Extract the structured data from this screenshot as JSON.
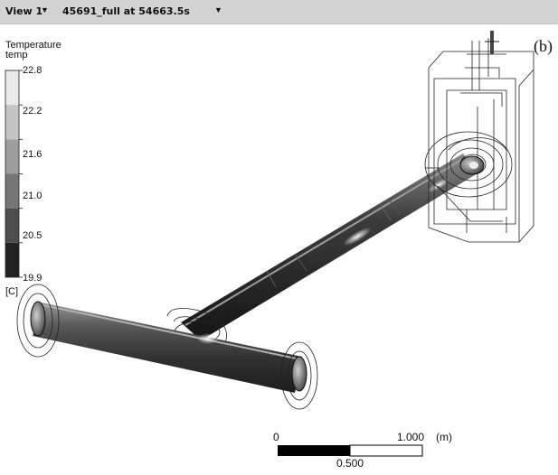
{
  "toolbar": {
    "view_label": "View 1",
    "view_arrow": "▼",
    "case_label": "45691_full at 54663.5s",
    "case_arrow": "▼"
  },
  "legend": {
    "title_line1": "Temperature",
    "title_line2": "temp",
    "ticks": [
      "22.8",
      "22.2",
      "21.6",
      "21.0",
      "20.5",
      "19.9"
    ],
    "bands": [
      "#e9e9e9",
      "#c4c4c4",
      "#9e9e9e",
      "#767676",
      "#4d4d4d",
      "#222222"
    ],
    "unit": "[C]"
  },
  "panel_label": "(b)",
  "scale_bar": {
    "start_label": "0",
    "end_label": "1.000",
    "unit": "(m)",
    "mid_label": "0.500"
  }
}
